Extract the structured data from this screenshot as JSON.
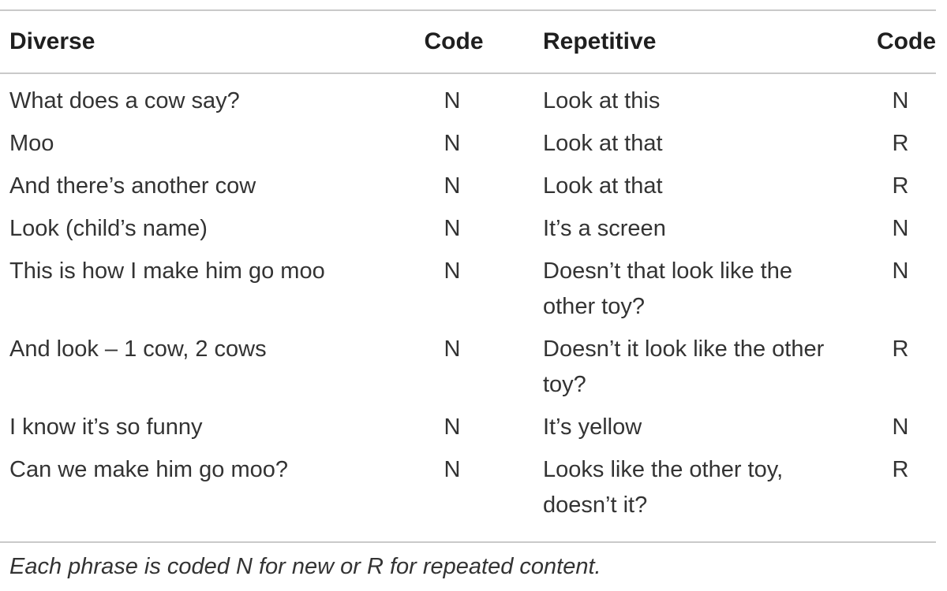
{
  "table": {
    "headers": [
      "Diverse",
      "Code",
      "Repetitive",
      "Code"
    ],
    "rows": [
      {
        "diverse": "What does a cow say?",
        "code1": "N",
        "repetitive": "Look at this",
        "code2": "N"
      },
      {
        "diverse": "Moo",
        "code1": "N",
        "repetitive": "Look at that",
        "code2": "R"
      },
      {
        "diverse": "And there’s another cow",
        "code1": "N",
        "repetitive": "Look at that",
        "code2": "R"
      },
      {
        "diverse": "Look (child’s name)",
        "code1": "N",
        "repetitive": "It’s a screen",
        "code2": "N"
      },
      {
        "diverse": "This is how I make him go moo",
        "code1": "N",
        "repetitive": "Doesn’t that look like the other toy?",
        "code2": "N"
      },
      {
        "diverse": "And look – 1 cow, 2 cows",
        "code1": "N",
        "repetitive": "Doesn’t it look like the other toy?",
        "code2": "R"
      },
      {
        "diverse": "I know it’s so funny",
        "code1": "N",
        "repetitive": "It’s yellow",
        "code2": "N"
      },
      {
        "diverse": "Can we make him go moo?",
        "code1": "N",
        "repetitive": "Looks like the other toy, doesn’t it?",
        "code2": "R"
      }
    ],
    "footnote": "Each phrase is coded N for new or R for repeated content."
  }
}
